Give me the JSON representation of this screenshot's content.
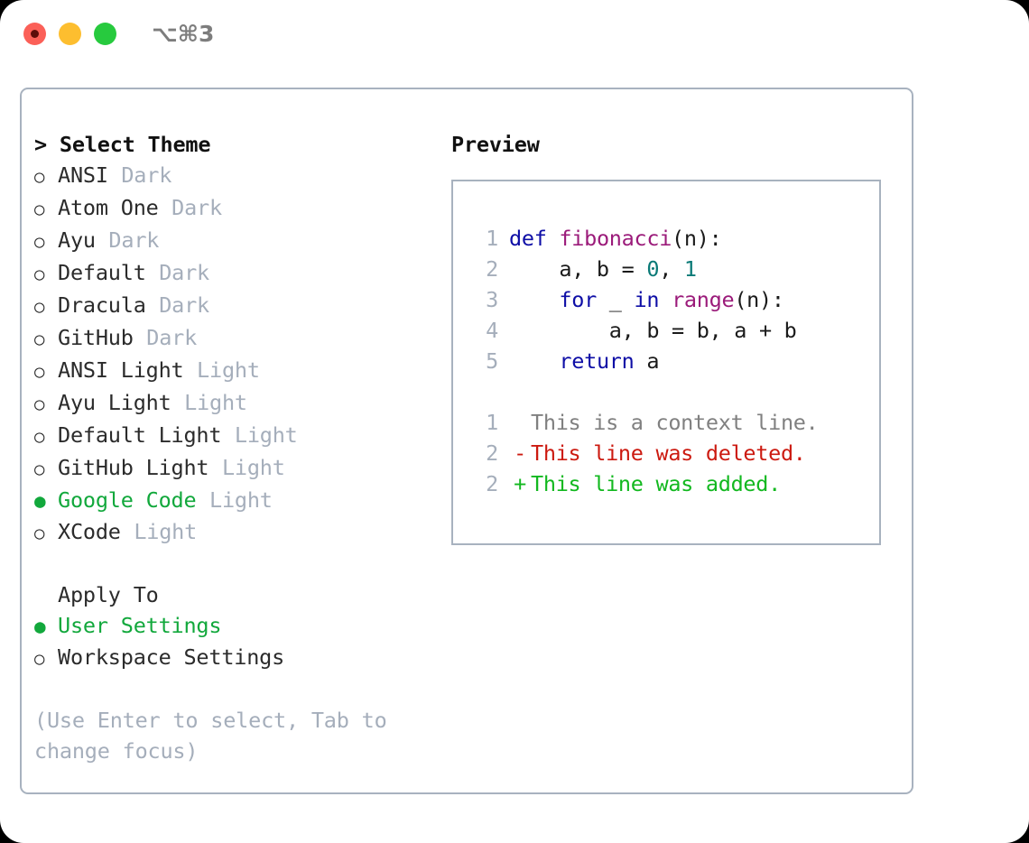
{
  "titlebar": {
    "shortcut": "⌥⌘3",
    "buttons": [
      {
        "name": "close",
        "color": "#fb6058"
      },
      {
        "name": "minimize",
        "color": "#fdbe2f"
      },
      {
        "name": "zoom",
        "color": "#27ca3e"
      }
    ]
  },
  "theme_list": {
    "prompt": "> ",
    "header": "Select Theme",
    "bullet_unselected": "○",
    "bullet_selected": "●",
    "items": [
      {
        "label": "ANSI",
        "mode": "Dark",
        "selected": false
      },
      {
        "label": "Atom One",
        "mode": "Dark",
        "selected": false
      },
      {
        "label": "Ayu",
        "mode": "Dark",
        "selected": false
      },
      {
        "label": "Default",
        "mode": "Dark",
        "selected": false
      },
      {
        "label": "Dracula",
        "mode": "Dark",
        "selected": false
      },
      {
        "label": "GitHub",
        "mode": "Dark",
        "selected": false
      },
      {
        "label": "ANSI Light",
        "mode": "Light",
        "selected": false
      },
      {
        "label": "Ayu Light",
        "mode": "Light",
        "selected": false
      },
      {
        "label": "Default Light",
        "mode": "Light",
        "selected": false
      },
      {
        "label": "GitHub Light",
        "mode": "Light",
        "selected": false
      },
      {
        "label": "Google Code",
        "mode": "Light",
        "selected": true
      },
      {
        "label": "XCode",
        "mode": "Light",
        "selected": false
      }
    ]
  },
  "apply_to": {
    "header": "Apply To",
    "items": [
      {
        "label": "User Settings",
        "selected": true
      },
      {
        "label": "Workspace Settings",
        "selected": false
      }
    ]
  },
  "hint": "(Use Enter to select, Tab to change focus)",
  "preview": {
    "title": "Preview",
    "code_lines": [
      {
        "number": "1",
        "tokens": [
          {
            "text": "def ",
            "type": "kw"
          },
          {
            "text": "fibonacci",
            "type": "fn"
          },
          {
            "text": "(n):",
            "type": "plain"
          }
        ]
      },
      {
        "number": "2",
        "tokens": [
          {
            "text": "    a, b = ",
            "type": "plain"
          },
          {
            "text": "0",
            "type": "num"
          },
          {
            "text": ", ",
            "type": "plain"
          },
          {
            "text": "1",
            "type": "num"
          }
        ]
      },
      {
        "number": "3",
        "tokens": [
          {
            "text": "    ",
            "type": "plain"
          },
          {
            "text": "for",
            "type": "kw"
          },
          {
            "text": " _ ",
            "type": "plain"
          },
          {
            "text": "in",
            "type": "kw"
          },
          {
            "text": " ",
            "type": "plain"
          },
          {
            "text": "range",
            "type": "fn"
          },
          {
            "text": "(n):",
            "type": "plain"
          }
        ]
      },
      {
        "number": "4",
        "tokens": [
          {
            "text": "        a, b = b, a + b",
            "type": "plain"
          }
        ]
      },
      {
        "number": "5",
        "tokens": [
          {
            "text": "    ",
            "type": "plain"
          },
          {
            "text": "return",
            "type": "kw"
          },
          {
            "text": " a",
            "type": "plain"
          }
        ]
      }
    ],
    "diff_lines": [
      {
        "number": "1",
        "marker": " ",
        "text": "This is a context line.",
        "kind": "context"
      },
      {
        "number": "2",
        "marker": "-",
        "text": "This line was deleted.",
        "kind": "deleted"
      },
      {
        "number": "2",
        "marker": "+",
        "text": "This line was added.",
        "kind": "added"
      }
    ]
  },
  "colors": {
    "accent_green": "#12a83c",
    "muted": "#a5aebb",
    "border": "#a8b2bf",
    "keyword": "#0e0ea6",
    "function": "#9b1b7a",
    "number": "#0b7a77",
    "diff_added": "#12b81f",
    "diff_deleted": "#cc1a10",
    "diff_context": "#808080"
  }
}
